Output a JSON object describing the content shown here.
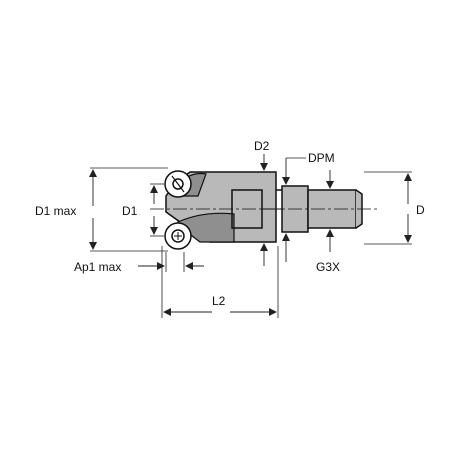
{
  "labels": {
    "d1_max": "D1 max",
    "d1": "D1",
    "d2": "D2",
    "dpm": "DPM",
    "d": "D",
    "ap1_max": "Ap1 max",
    "g3x": "G3X",
    "l2": "L2"
  },
  "colors": {
    "body_fill": "#b9b9b9",
    "body_dark": "#8f8f8f",
    "outline": "#111111",
    "dimension": "#222222",
    "background": "#ffffff"
  },
  "icons": [
    "arrow-head-icon",
    "insert-screw-icon"
  ]
}
